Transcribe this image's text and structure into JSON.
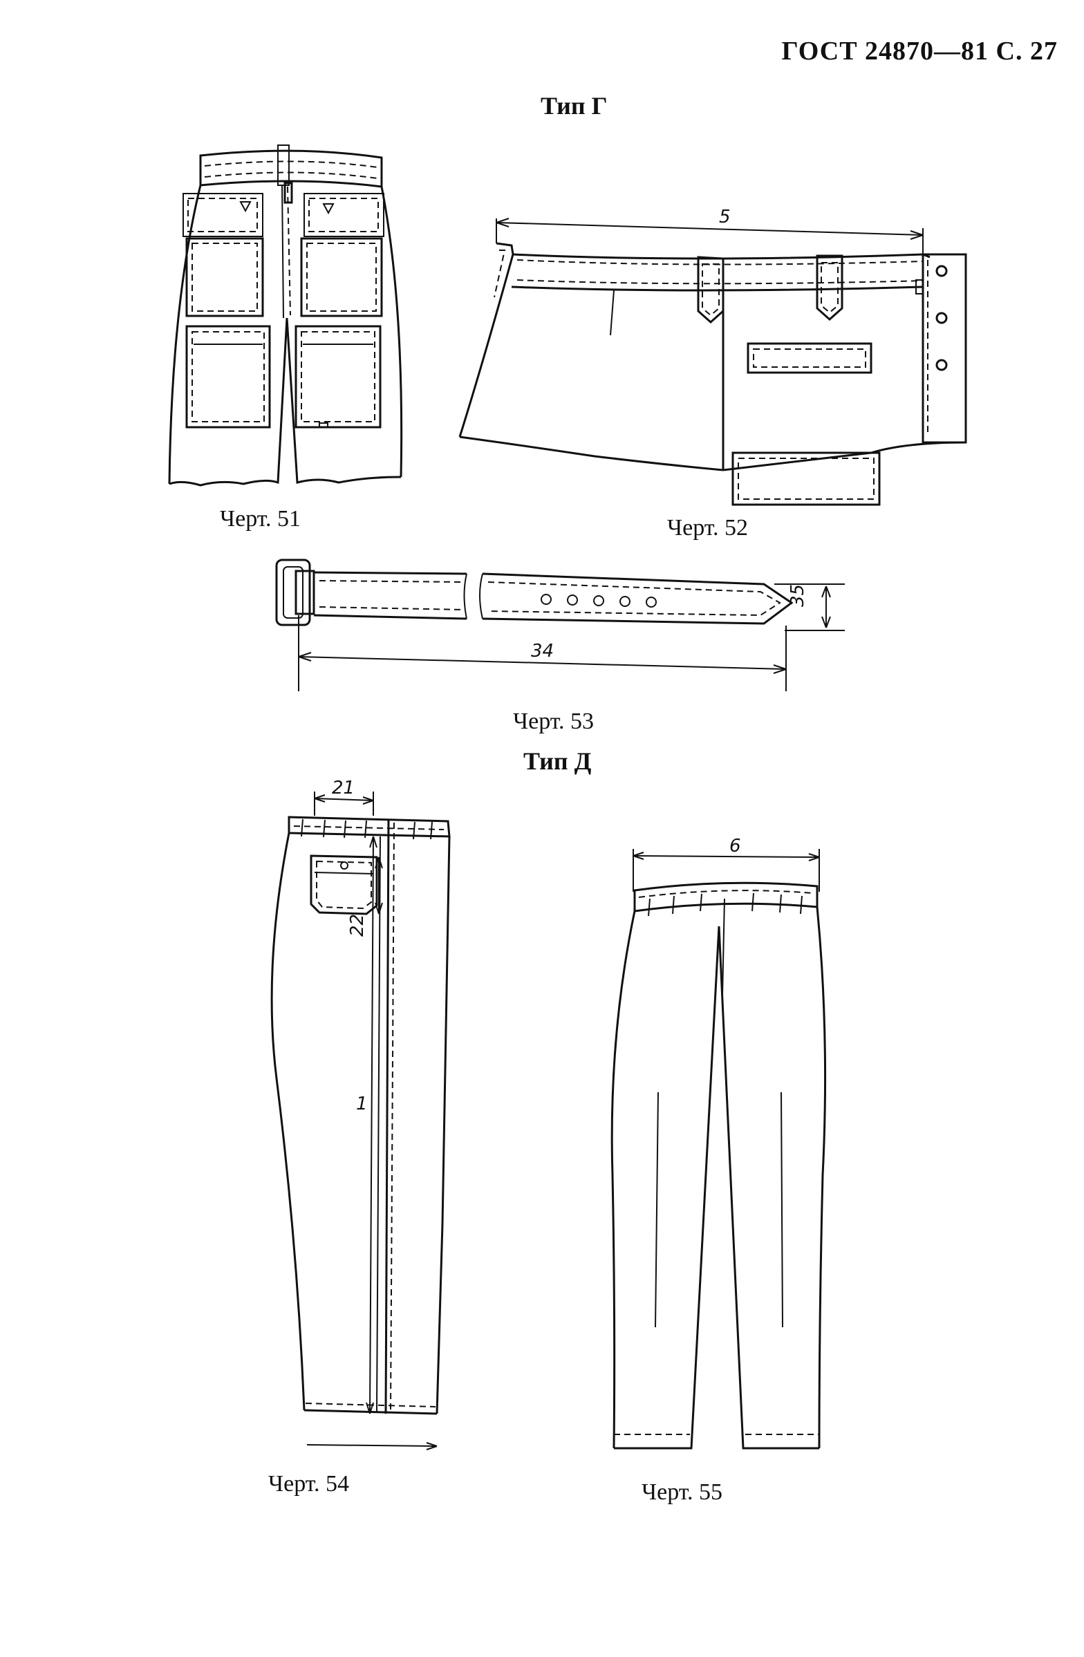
{
  "header": {
    "standard": "ГОСТ 24870—81 С. 27"
  },
  "sections": [
    {
      "type_label": "Тип Г"
    },
    {
      "type_label": "Тип Д"
    }
  ],
  "figures": [
    {
      "caption": "Черт. 51"
    },
    {
      "caption": "Черт. 52",
      "dim_labels": [
        "5"
      ]
    },
    {
      "caption": "Черт. 53",
      "dim_labels": [
        "34",
        "35"
      ]
    },
    {
      "caption": "Черт. 54",
      "dim_labels": [
        "21",
        "22",
        "1"
      ]
    },
    {
      "caption": "Черт. 55",
      "dim_labels": [
        "6"
      ]
    }
  ]
}
